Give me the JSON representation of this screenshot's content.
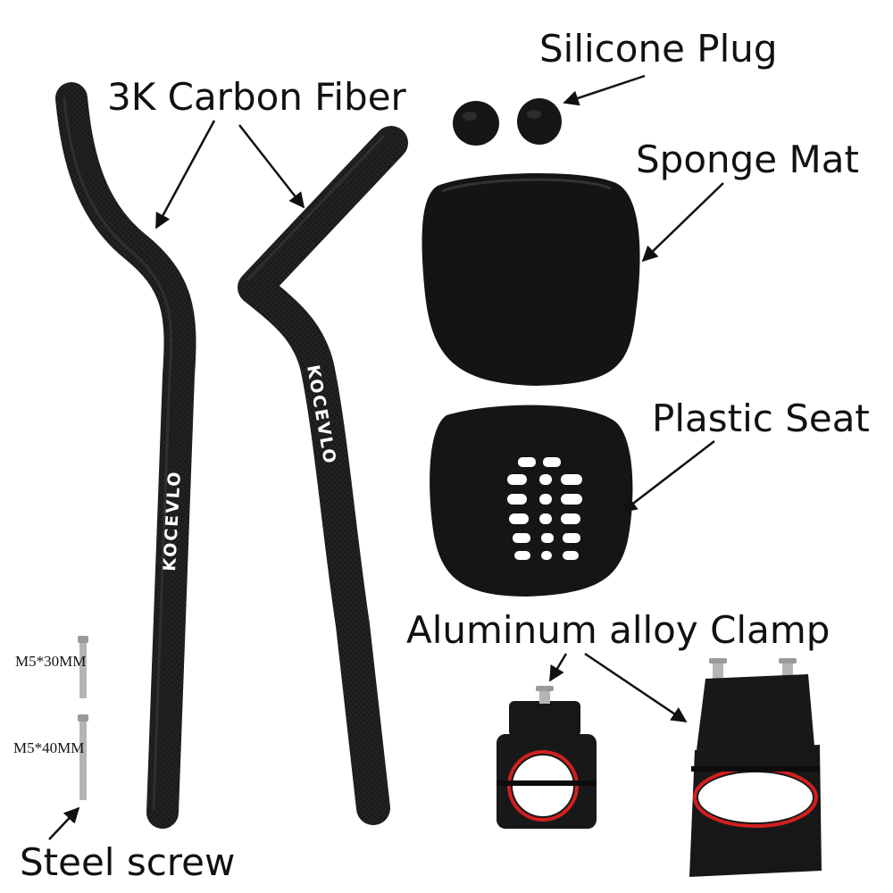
{
  "labels": {
    "carbon": "3K Carbon Fiber",
    "plug": "Silicone Plug",
    "sponge": "Sponge Mat",
    "seat": "Plastic Seat",
    "clamp": "Aluminum alloy Clamp",
    "screw": "Steel screw",
    "m530": "M5*30MM",
    "m540": "M5*40MM"
  },
  "brand_text": "KOCEVLO",
  "colors": {
    "part": "#161616",
    "part_highlight": "#3a3a3a",
    "hole": "#ffffff",
    "clamp_ring": "#d21f1f",
    "text": "#111111",
    "screw": "#b5b5b5"
  }
}
